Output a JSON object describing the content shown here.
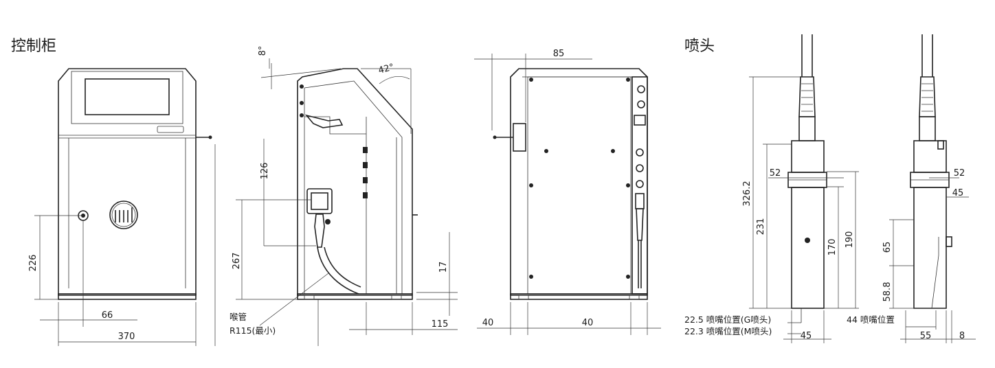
{
  "sections": {
    "controller_title": "控制柜",
    "printhead_title": "喷头"
  },
  "front_view": {
    "dims": {
      "height": "226",
      "offset": "66",
      "width": "370"
    }
  },
  "side_view": {
    "dims": {
      "angle_top": "8°",
      "angle_slope": "42°",
      "conduit_spacing": "126",
      "conduit_height": "267",
      "foot_height": "17",
      "depth": "115"
    },
    "conduit_label": "喉管",
    "conduit_radius_label": "R115(最小)"
  },
  "back_view": {
    "dims": {
      "top_offset": "85",
      "left_margin": "40",
      "right_margin": "40"
    }
  },
  "printhead_front": {
    "dims": {
      "total_height": "326.2",
      "body_height": "231",
      "flange_width": "52",
      "lower_height": "170",
      "upper_height": "190",
      "width": "45"
    },
    "notes": [
      "22.5 喷嘴位置(G喷头)",
      "22.3 喷嘴位置(M喷头)"
    ]
  },
  "printhead_side": {
    "dims": {
      "flange_width": "52",
      "step": "45",
      "mid_height": "65",
      "low_height": "58.8",
      "width": "55",
      "margin": "8"
    },
    "note": "44 喷嘴位置"
  }
}
